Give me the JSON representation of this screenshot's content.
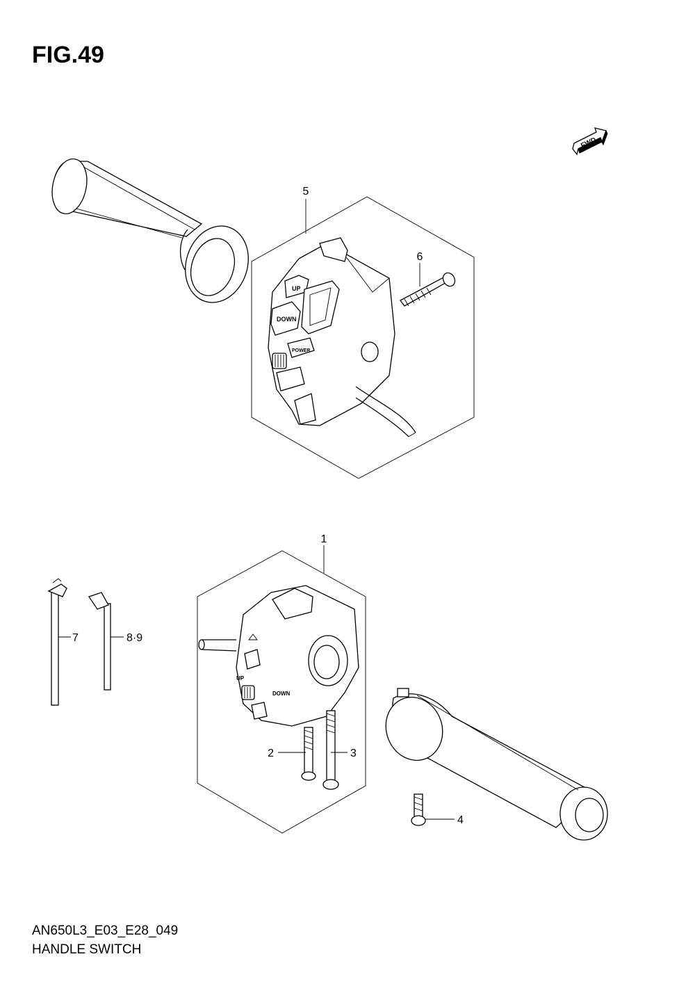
{
  "figure": {
    "title": "FIG.49",
    "code": "AN650L3_E03_E28_049",
    "name": "HANDLE SWITCH"
  },
  "direction_badge": {
    "label": "FWD"
  },
  "callouts": [
    {
      "id": "c1",
      "label": "1"
    },
    {
      "id": "c2",
      "label": "2"
    },
    {
      "id": "c3",
      "label": "3"
    },
    {
      "id": "c4",
      "label": "4"
    },
    {
      "id": "c5",
      "label": "5"
    },
    {
      "id": "c6",
      "label": "6"
    },
    {
      "id": "c7",
      "label": "7"
    },
    {
      "id": "c89",
      "label": "8·9"
    }
  ],
  "right_switch_labels": {
    "up": "UP",
    "down": "DOWN",
    "power": "POWER"
  },
  "left_switch_labels": {
    "up": "UP",
    "down": "DOWN"
  }
}
